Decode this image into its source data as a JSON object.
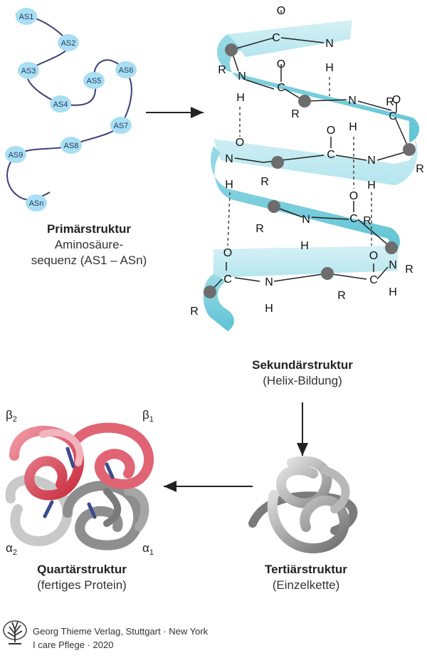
{
  "primary": {
    "title": "Primärstruktur",
    "subtitle_line1": "Aminosäure-",
    "subtitle_line2": "sequenz (AS1 – ASn)",
    "residues": [
      "AS1",
      "AS2",
      "AS3",
      "AS4",
      "AS5",
      "AS6",
      "AS7",
      "AS8",
      "AS9",
      "ASn"
    ]
  },
  "secondary": {
    "title": "Sekundärstruktur",
    "subtitle": "(Helix-Bildung)",
    "atom_labels": {
      "carbon": "C",
      "nitrogen": "N",
      "oxygen": "O",
      "hydrogen": "H",
      "rest": "R"
    }
  },
  "tertiary": {
    "title": "Tertiärstruktur",
    "subtitle": "(Einzelkette)"
  },
  "quaternary": {
    "title": "Quartärstruktur",
    "subtitle": "(fertiges Protein)",
    "subunits": {
      "beta2": "β",
      "beta2_sub": "2",
      "beta1": "β",
      "beta1_sub": "1",
      "alpha2": "α",
      "alpha2_sub": "2",
      "alpha1": "α",
      "alpha1_sub": "1"
    }
  },
  "footer": {
    "line1": "Georg Thieme Verlag, Stuttgart · New York",
    "line2": "I care Pflege · 2020"
  },
  "colors": {
    "residue_fill": "#a9def3",
    "chain_line": "#3b3f7a",
    "helix_ribbon": "#7fcfdd",
    "red_subunit": "#d8384a",
    "grey_subunit": "#9c9c9c"
  }
}
